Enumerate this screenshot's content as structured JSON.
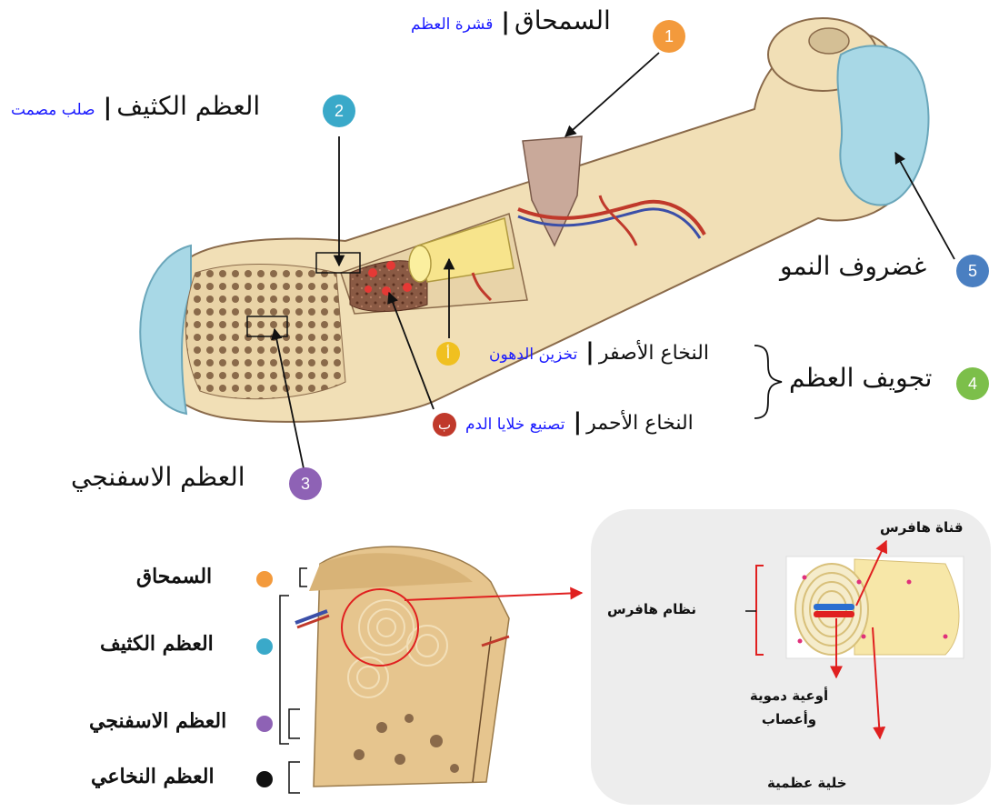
{
  "labels": {
    "periosteum": {
      "name": "السمحاق",
      "note": "قشرة العظم",
      "number": "1"
    },
    "compact": {
      "name": "العظم الكثيف",
      "note": "صلب مصمت",
      "number": "2"
    },
    "spongy": {
      "name": "العظم الاسفنجي",
      "number": "3"
    },
    "cavity": {
      "name": "تجويف العظم",
      "number": "4"
    },
    "growth": {
      "name": "غضروف النمو",
      "number": "5"
    },
    "yellow_marrow": {
      "name": "النخاع الأصفر",
      "note": "تخزين الدهون",
      "letter": "أ"
    },
    "red_marrow": {
      "name": "النخاع الأحمر",
      "note": "تصنيع خلايا الدم",
      "letter": "ب"
    }
  },
  "legend": [
    {
      "label": "السمحاق",
      "color": "#f39a3c"
    },
    {
      "label": "العظم الكثيف",
      "color": "#3aa9c9"
    },
    {
      "label": "العظم الاسفنجي",
      "color": "#8e62b5"
    },
    {
      "label": "العظم النخاعي",
      "color": "#111111"
    }
  ],
  "haversian": {
    "system": "نظام هافرس",
    "canal": "قناة هافرس",
    "vessels": "أوعية دموية وأعصاب",
    "cell": "خلية عظمية"
  },
  "colors": {
    "badge1": "#f39a3c",
    "badge2": "#3aa9c9",
    "badge3": "#8e62b5",
    "badge4": "#7cbf4a",
    "badge5": "#4a7fc1",
    "badgeA": "#f0c020",
    "badgeB": "#c0392b",
    "bone": "#f1dfb6",
    "cartilage": "#a8d8e6",
    "note": "#1a1aff"
  }
}
